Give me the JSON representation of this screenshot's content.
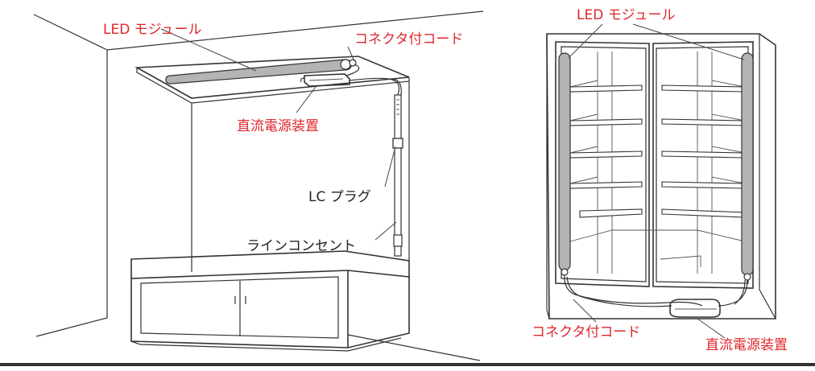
{
  "colors": {
    "label_red": "#e0262b",
    "label_black": "#222222",
    "line": "#333333",
    "led_gray": "#b4b4b4",
    "bottom_rule": "#333333"
  },
  "left": {
    "led_module": "LED モジュール",
    "connector_cord": "コネクタ付コード",
    "dc_power": "直流電源装置",
    "lc_plug": "LC プラグ",
    "line_outlet": "ラインコンセント"
  },
  "right": {
    "led_module": "LED モジュール",
    "connector_cord": "コネクタ付コード",
    "dc_power": "直流電源装置"
  }
}
